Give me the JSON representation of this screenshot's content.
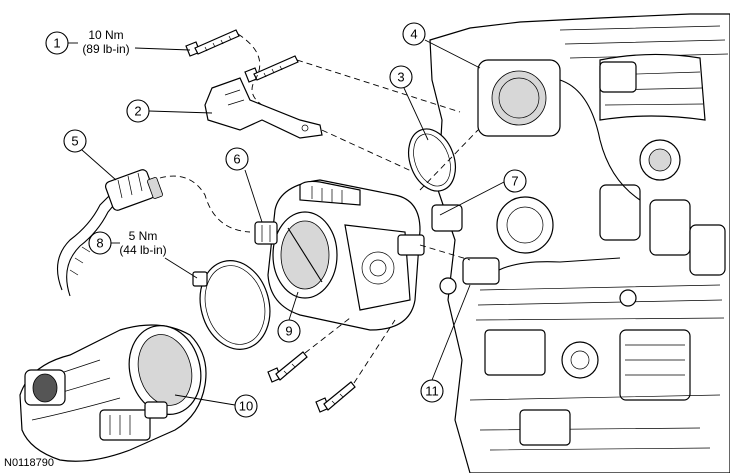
{
  "diagram": {
    "document_id": "N0118790",
    "torque_specs": {
      "spec_1": {
        "nm": "10 Nm",
        "lbin": "(89 lb-in)"
      },
      "spec_8": {
        "nm": "5 Nm",
        "lbin": "(44 lb-in)"
      }
    },
    "callouts": [
      {
        "label": "1"
      },
      {
        "label": "2"
      },
      {
        "label": "3"
      },
      {
        "label": "4"
      },
      {
        "label": "5"
      },
      {
        "label": "6"
      },
      {
        "label": "7"
      },
      {
        "label": "8"
      },
      {
        "label": "9"
      },
      {
        "label": "10"
      },
      {
        "label": "11"
      }
    ]
  }
}
